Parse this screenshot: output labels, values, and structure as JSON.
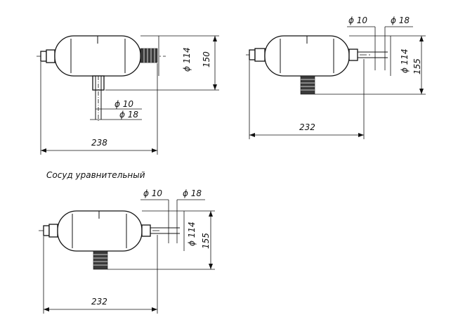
{
  "caption": "Сосуд уравнительный",
  "views": [
    {
      "name": "view-top-left",
      "labels": {
        "length": "238",
        "height": "150",
        "body_dia": "ϕ 114",
        "pipe_inner": "ϕ 10",
        "pipe_outer": "ϕ 18"
      }
    },
    {
      "name": "view-top-right",
      "labels": {
        "length": "232",
        "height": "155",
        "body_dia": "ϕ 114",
        "pipe_inner": "ϕ 10",
        "pipe_outer": "ϕ 18"
      }
    },
    {
      "name": "view-bottom-left",
      "labels": {
        "length": "232",
        "height": "155",
        "body_dia": "ϕ 114",
        "pipe_inner": "ϕ 10",
        "pipe_outer": "ϕ 18"
      }
    }
  ]
}
